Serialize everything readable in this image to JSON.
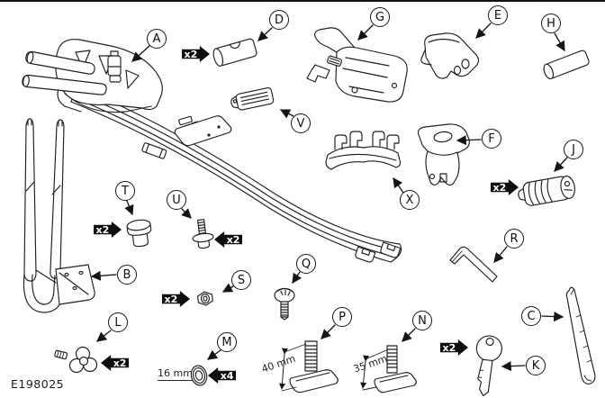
{
  "figure": {
    "id": "E198025"
  },
  "colors": {
    "line": "#1f1f1f",
    "badge_bg": "#0e0e0e",
    "badge_text": "#ffffff",
    "background": "#ffffff",
    "callout_border": "#161616"
  },
  "callouts": [
    {
      "letter": "A",
      "part": "bicycle-carrier-frame"
    },
    {
      "letter": "B",
      "part": "wheel-holder-bracket"
    },
    {
      "letter": "C",
      "part": "strap"
    },
    {
      "letter": "D",
      "part": "cylinder-spacer"
    },
    {
      "letter": "E",
      "part": "clamp-bracket"
    },
    {
      "letter": "F",
      "part": "clamp-lever"
    },
    {
      "letter": "G",
      "part": "clamp-mechanism"
    },
    {
      "letter": "H",
      "part": "cylinder-pin"
    },
    {
      "letter": "J",
      "part": "lock-cylinder"
    },
    {
      "letter": "K",
      "part": "key"
    },
    {
      "letter": "L",
      "part": "hand-knob"
    },
    {
      "letter": "M",
      "part": "washer"
    },
    {
      "letter": "N",
      "part": "t-bolt-35mm"
    },
    {
      "letter": "P",
      "part": "t-bolt-40mm"
    },
    {
      "letter": "Q",
      "part": "screw"
    },
    {
      "letter": "R",
      "part": "allen-key"
    },
    {
      "letter": "S",
      "part": "nut"
    },
    {
      "letter": "T",
      "part": "cap"
    },
    {
      "letter": "U",
      "part": "stud-bolt"
    },
    {
      "letter": "V",
      "part": "rubber-pad"
    },
    {
      "letter": "X",
      "part": "support-bracket"
    }
  ],
  "badges": [
    {
      "label": "x2",
      "for": "D"
    },
    {
      "label": "x2",
      "for": "T"
    },
    {
      "label": "x2",
      "for": "U"
    },
    {
      "label": "x2",
      "for": "S"
    },
    {
      "label": "x2",
      "for": "L"
    },
    {
      "label": "x4",
      "for": "M"
    },
    {
      "label": "x2",
      "for": "J"
    },
    {
      "label": "x2",
      "for": "K"
    }
  ],
  "measurements": [
    {
      "text": "16 mm",
      "for": "M"
    },
    {
      "text": "40 mm",
      "for": "P"
    },
    {
      "text": "35 mm",
      "for": "N"
    }
  ]
}
